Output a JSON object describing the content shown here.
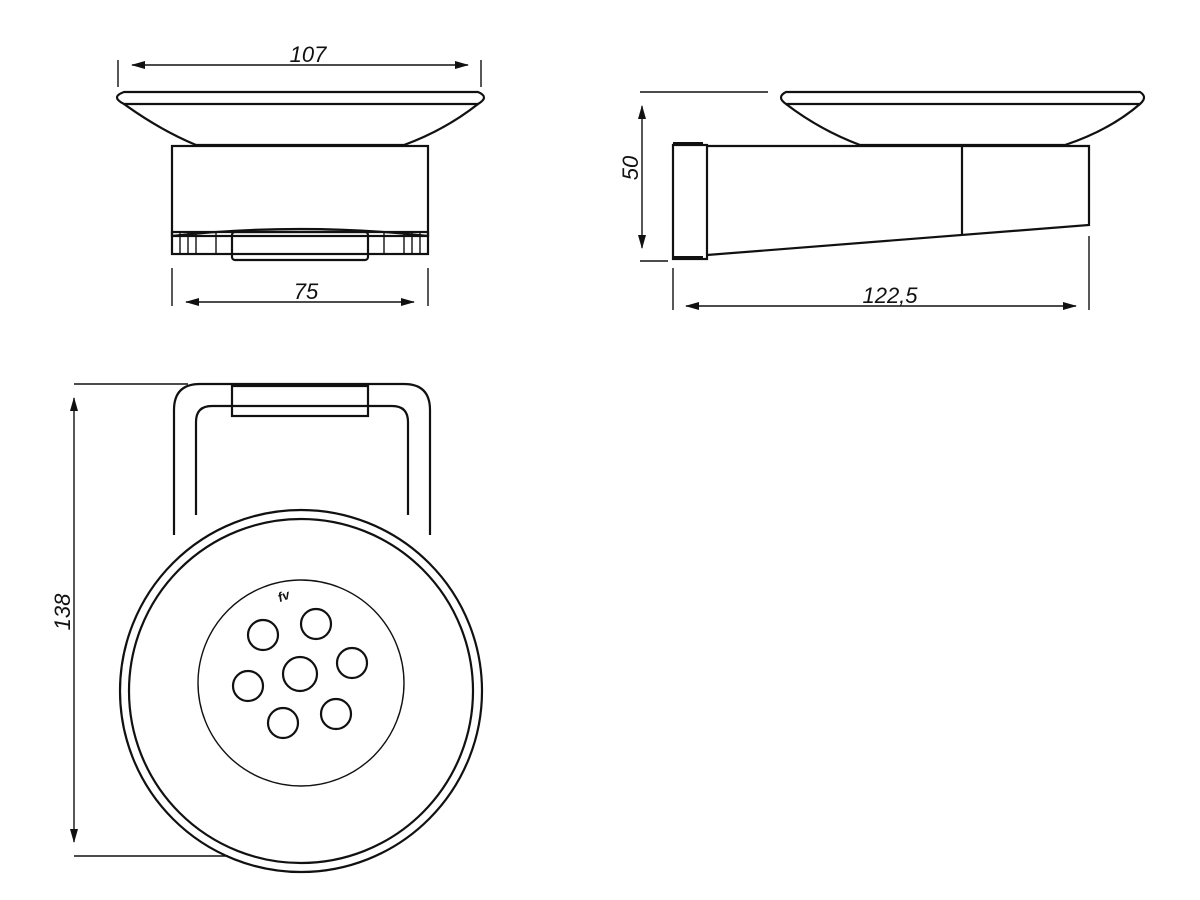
{
  "drawing": {
    "front_view": {
      "width_top": "107",
      "width_base": "75"
    },
    "side_view": {
      "height": "50",
      "depth": "122,5"
    },
    "top_view": {
      "height": "138",
      "logo": "fv",
      "drain_holes": 7
    }
  },
  "colors": {
    "line": "#111111",
    "background": "#ffffff"
  }
}
